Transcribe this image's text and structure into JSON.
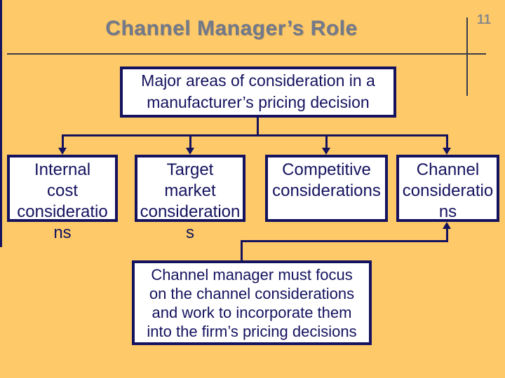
{
  "colors": {
    "background": "#FEC969",
    "navy": "#14125E",
    "title_gray": "#71798A",
    "page_number_gray": "#8A8A8A",
    "rule_line": "#3B3B4B",
    "box_background": "#FFFFFF"
  },
  "header": {
    "title": "Channel Manager’s Role",
    "page_number": "11"
  },
  "diagram": {
    "top_box": {
      "line1": "Major areas of consideration in a",
      "line2": "manufacturer’s pricing decision"
    },
    "boxes": [
      {
        "name": "internal-cost",
        "lines": [
          "Internal",
          "cost",
          "consideratio",
          "ns"
        ]
      },
      {
        "name": "target-market",
        "lines": [
          "Target",
          "market",
          "consideration",
          "s"
        ]
      },
      {
        "name": "competitive",
        "lines": [
          "Competitive",
          "considerations"
        ]
      },
      {
        "name": "channel",
        "lines": [
          "Channel",
          "consideratio",
          "ns"
        ]
      }
    ],
    "bottom_box": {
      "lines": [
        "Channel manager must focus",
        "on the channel considerations",
        "and work to incorporate them",
        "into the firm’s pricing decisions"
      ]
    }
  }
}
